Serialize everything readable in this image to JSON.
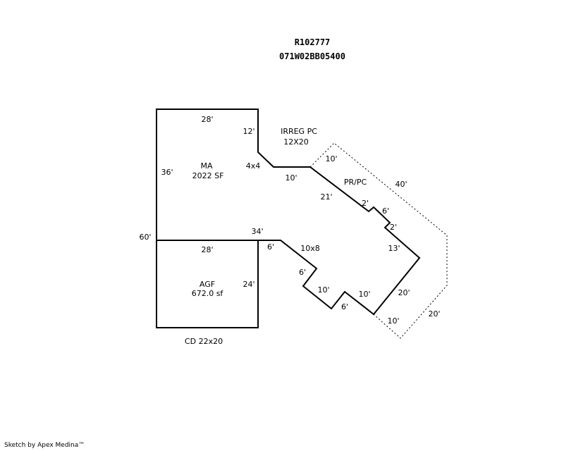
{
  "header": {
    "account": "R102777",
    "map_number": "071W02BB05400"
  },
  "areas": {
    "main": {
      "code": "MA",
      "area": "2022 SF"
    },
    "garage": {
      "code": "AGF",
      "area": "672.0 sf"
    },
    "irreg_porch": {
      "code": "IRREG PC",
      "size": "12X20"
    },
    "porch": {
      "code": "PR/PC"
    },
    "notch": {
      "label": "4x4"
    },
    "small_porch": {
      "label": "10x8"
    },
    "deck": {
      "label": "CD 22x20"
    }
  },
  "dimensions": {
    "ma_top": "28'",
    "ma_notch": "12'",
    "ma_left": "36'",
    "left_total": "60'",
    "ma_bottom": "34'",
    "garage_top": "28'",
    "garage_right": "24'",
    "notch_bottom": "10'",
    "pc_top": "10'",
    "pc_diag": "21'",
    "pc_outer": "40'",
    "step_a": "2'",
    "step_b": "6'",
    "step_c": "2'",
    "side_13": "13'",
    "side_20": "20'",
    "lower_10a": "10'",
    "lower_6": "6'",
    "lower_10b": "10'",
    "porch_6a": "6'",
    "porch_6b": "6'",
    "bottom_10": "10'",
    "outer_20": "20'"
  },
  "footer": {
    "credit": "Sketch by Apex Medina™"
  }
}
